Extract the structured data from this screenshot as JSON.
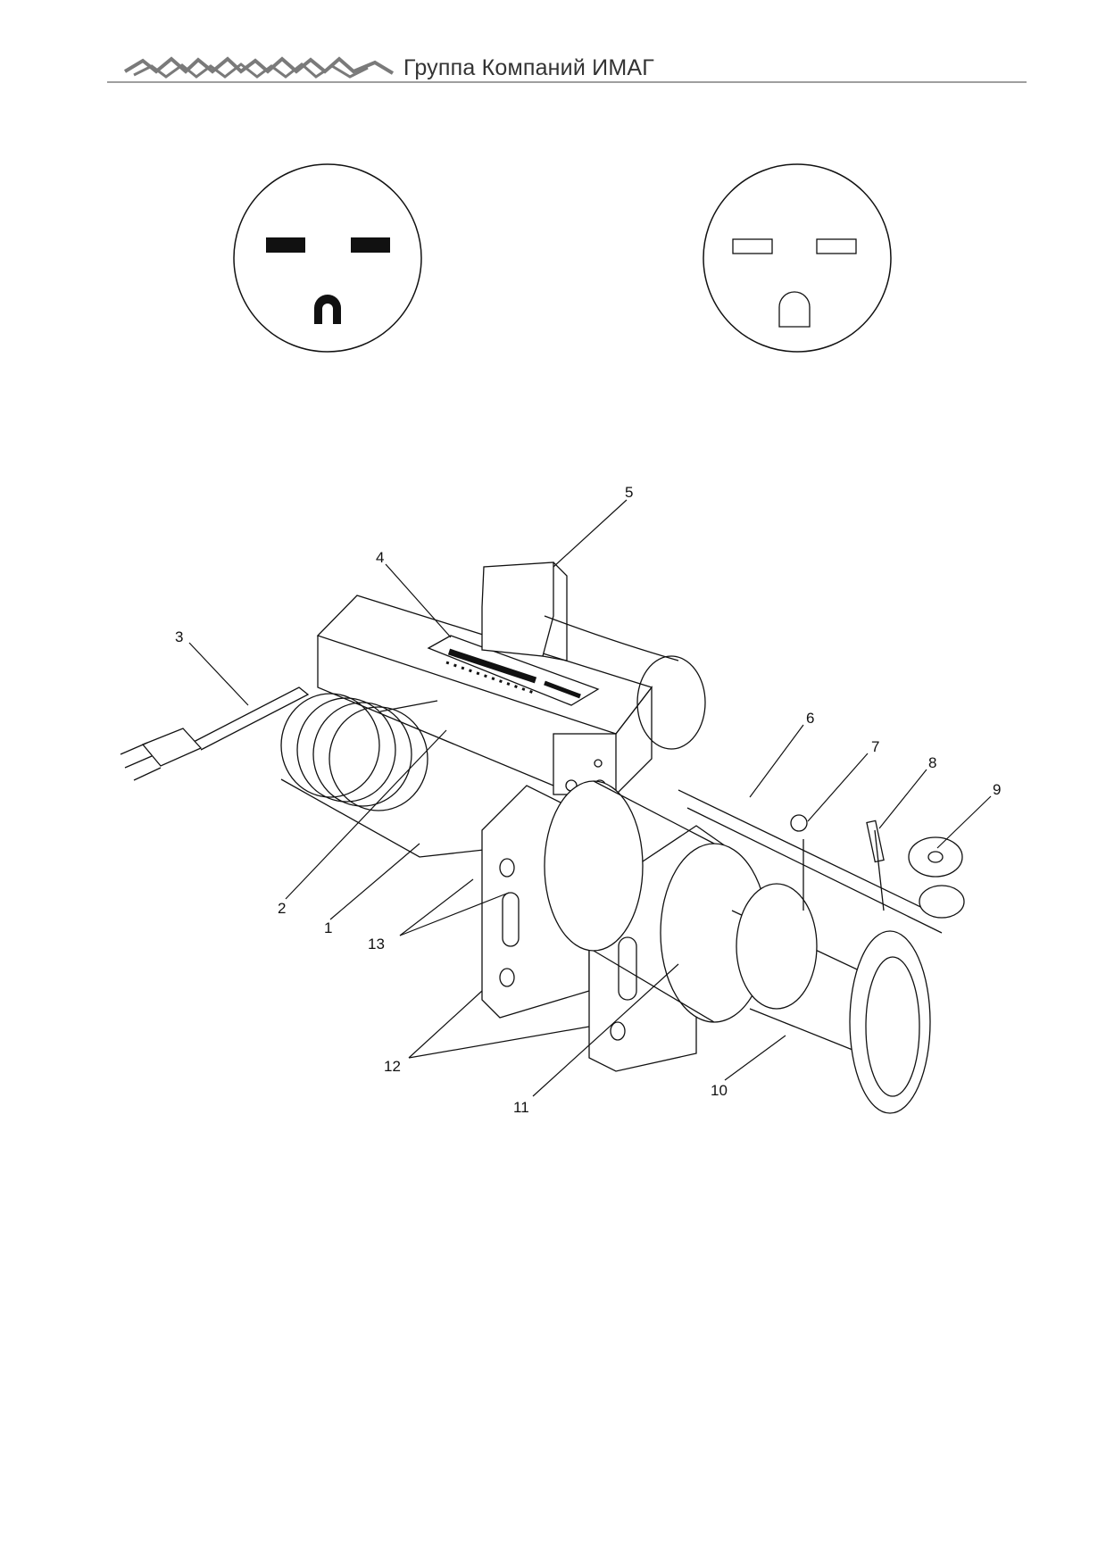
{
  "header": {
    "company_name": "Группа Компаний ИМАГ"
  },
  "figure": {
    "callouts": [
      "1",
      "2",
      "3",
      "4",
      "5",
      "6",
      "7",
      "8",
      "9",
      "10",
      "11",
      "12",
      "13"
    ]
  }
}
